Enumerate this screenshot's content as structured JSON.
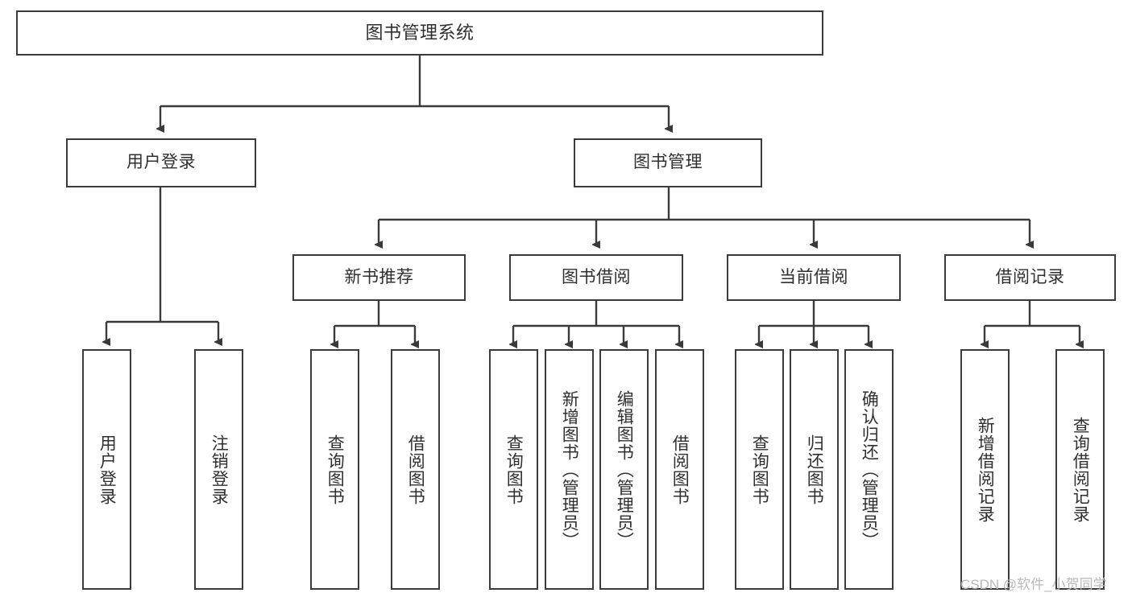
{
  "diagram": {
    "title": "图书管理系统",
    "type": "hierarchy-tree",
    "edge_color": "#3a3a3a",
    "box_border_color": "#3a3a3a",
    "text_color": "#2f2f2f",
    "background": "#ffffff"
  },
  "nodes": {
    "root": {
      "label": "图书管理系统"
    },
    "level1": [
      {
        "label": "用户登录"
      },
      {
        "label": "图书管理"
      }
    ],
    "level2": [
      {
        "label": "新书推荐"
      },
      {
        "label": "图书借阅"
      },
      {
        "label": "当前借阅"
      },
      {
        "label": "借阅记录"
      }
    ],
    "leaves_user_login": [
      {
        "label": "用户登录"
      },
      {
        "label": "注销登录"
      }
    ],
    "leaves_new_books": [
      {
        "label": "查询图书"
      },
      {
        "label": "借阅图书"
      }
    ],
    "leaves_borrow": [
      {
        "label": "查询图书"
      },
      {
        "label": "新增图书（管理员）"
      },
      {
        "label": "编辑图书（管理员）"
      },
      {
        "label": "借阅图书"
      }
    ],
    "leaves_current": [
      {
        "label": "查询图书"
      },
      {
        "label": "归还图书"
      },
      {
        "label": "确认归还（管理员）"
      }
    ],
    "leaves_records": [
      {
        "label": "新增借阅记录"
      },
      {
        "label": "查询借阅记录"
      }
    ]
  },
  "watermark": {
    "text": "CSDN @软件_小贺同学"
  }
}
